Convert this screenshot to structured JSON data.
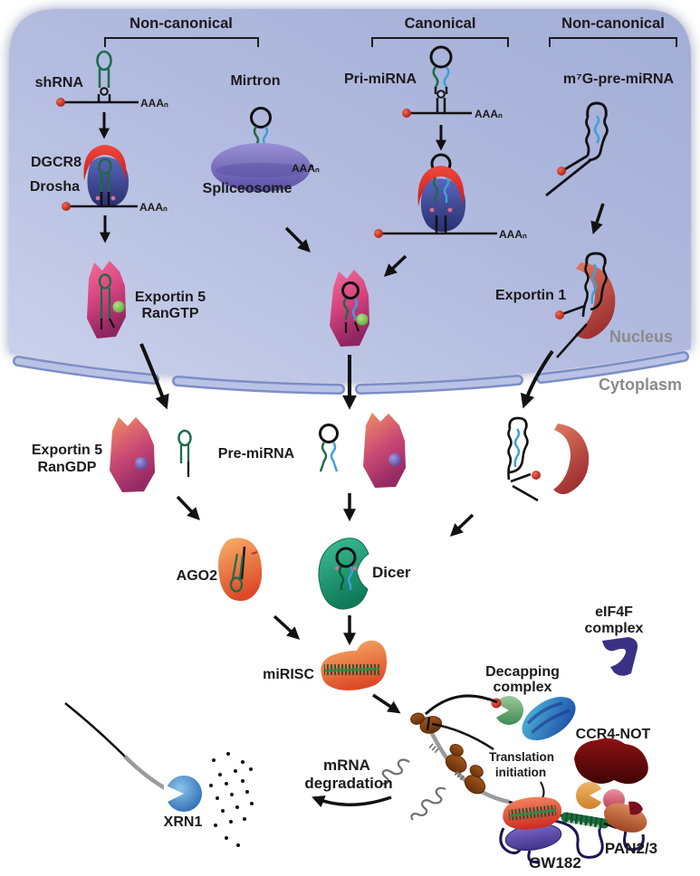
{
  "figure": {
    "title_brackets": {
      "left": "Non-canonical",
      "middle": "Canonical",
      "right": "Non-canonical"
    },
    "labels": {
      "shrna": "shRNA",
      "mirtron": "Mirtron",
      "pri_mirna": "Pri-miRNA",
      "m7g_pre_mirna": "m⁷G-pre-miRNA",
      "dgcr8": "DGCR8",
      "drosha": "Drosha",
      "spliceosome": "Spliceosome",
      "exportin5": "Exportin 5",
      "rangtp": "RanGTP",
      "rangdp": "RanGDP",
      "exportin1": "Exportin 1",
      "polya_tail": "AAAₙ",
      "nucleus": "Nucleus",
      "cytoplasm": "Cytoplasm",
      "pre_mirna": "Pre-miRNA",
      "ago2": "AGO2",
      "dicer": "Dicer",
      "mirisc": "miRISC",
      "eif4f": "eIF4F",
      "complex": "complex",
      "decapping": "Decapping",
      "ccr4_not": "CCR4-NOT",
      "translation": "Translation",
      "initiation": "initiation",
      "mrna": "mRNA",
      "degradation": "degradation",
      "xrn1": "XRN1",
      "gw182": "GW182",
      "pan23": "PAN2/3",
      "polya_beads": "AAAAAAA"
    },
    "colors": {
      "nucleus_top": "#a2add6",
      "nucleus_bottom": "#c9cfe9",
      "envelope_stroke": "#7d8ec6",
      "envelope_fill": "#b9c3e6",
      "dgcr8_red": "#e63329",
      "drosha_blue": "#3b4b9e",
      "exportin_pink": "#d44d82",
      "rangtp_green": "#7cc24f",
      "rangdp_purple": "#6b5cb0",
      "spliceosome_purple": "#7c70c0",
      "exportin1_red": "#c2504a",
      "ago_orange": "#ea6a35",
      "dicer_teal": "#22a37e",
      "xrn1_blue": "#2f7fc4",
      "decapping_green": "#5f9e68",
      "decapping_blue": "#2a6fc0",
      "ccr4not_maroon": "#6b0f10",
      "pan_orange": "#e5a04a",
      "gw182_purple": "#5a4aa0",
      "ribosome_brown": "#8b4516",
      "stem_green": "#1e6b4a",
      "stem_blue": "#3f9fd8",
      "mrna_gray": "#9b9b9b",
      "cap_red": "#c02824"
    }
  }
}
